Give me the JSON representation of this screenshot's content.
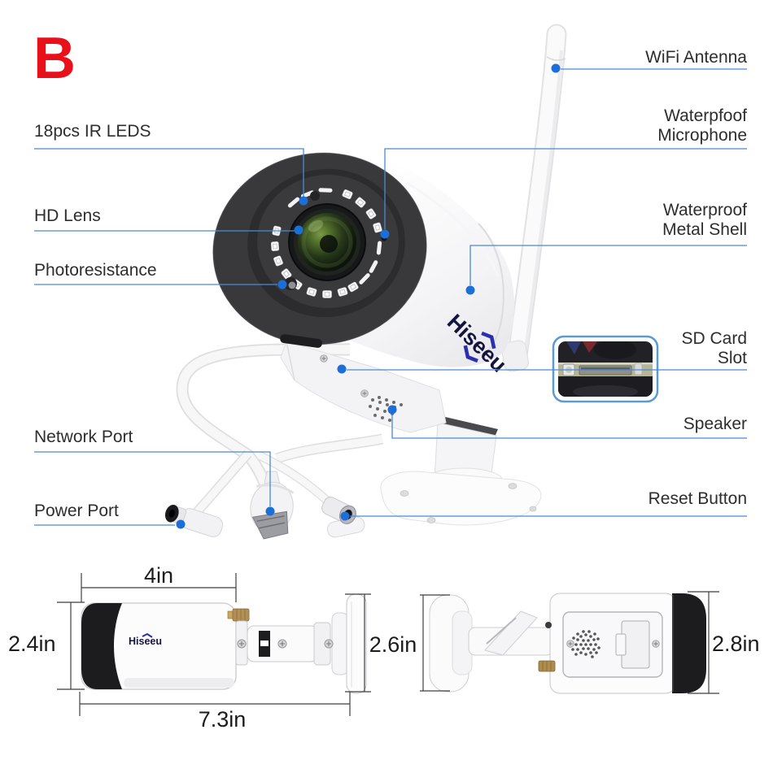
{
  "marker": "B",
  "brand": {
    "name": "Hiseeu"
  },
  "colors": {
    "annotation_line_blue": "#4a8ad4",
    "annotation_dot_blue": "#1d6fd8",
    "marker_red": "#e8111a",
    "logo_navy": "#14143f",
    "inset_border_blue": "#5b9bd5"
  },
  "annotations": {
    "left": [
      {
        "label": "18pcs IR LEDS"
      },
      {
        "label": "HD Lens"
      },
      {
        "label": "Photoresistance"
      },
      {
        "label": "Network Port"
      },
      {
        "label": "Power Port"
      }
    ],
    "right": [
      {
        "lines": [
          "WiFi Antenna"
        ]
      },
      {
        "lines": [
          "Waterpfoof",
          "Microphone"
        ]
      },
      {
        "lines": [
          "Waterproof",
          "Metal Shell"
        ]
      },
      {
        "lines": [
          "SD Card",
          "Slot"
        ]
      },
      {
        "lines": [
          "Speaker"
        ]
      },
      {
        "lines": [
          "Reset Button"
        ]
      }
    ]
  },
  "dimensions": {
    "body_length": "4in",
    "body_height": "2.4in",
    "mount_height": "2.6in",
    "total_length": "7.3in",
    "bottom_height": "2.8in"
  }
}
